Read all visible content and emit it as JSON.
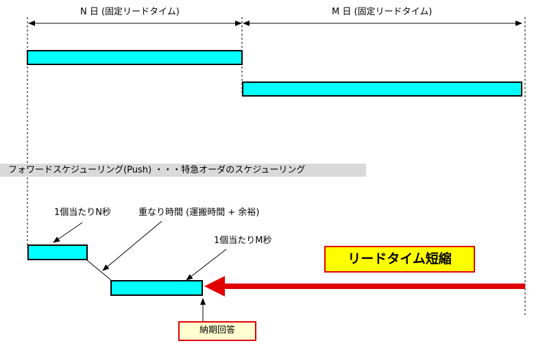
{
  "timeline": {
    "n_days_label": "N 日  (固定リードタイム)",
    "m_days_label": "M 日  (固定リードタイム)"
  },
  "banner": {
    "text": "フォワードスケジューリング(Push)  ・・・特急オーダのスケジューリング"
  },
  "annotations": {
    "per_piece_n": "1個当たりN秒",
    "overlap_time": "重なり時間 (運搬時間 + 余裕)",
    "per_piece_m": "1個当たりM秒"
  },
  "callouts": {
    "lead_time_reduction": "リードタイム短縮",
    "delivery_answer": "納期回答"
  },
  "colors": {
    "bar_fill": "#00ffff",
    "arrow_red": "#e00000",
    "callout_yellow": "#ffff00",
    "callout_cream": "#ffffd0",
    "banner_gray": "#d9d9d9"
  }
}
